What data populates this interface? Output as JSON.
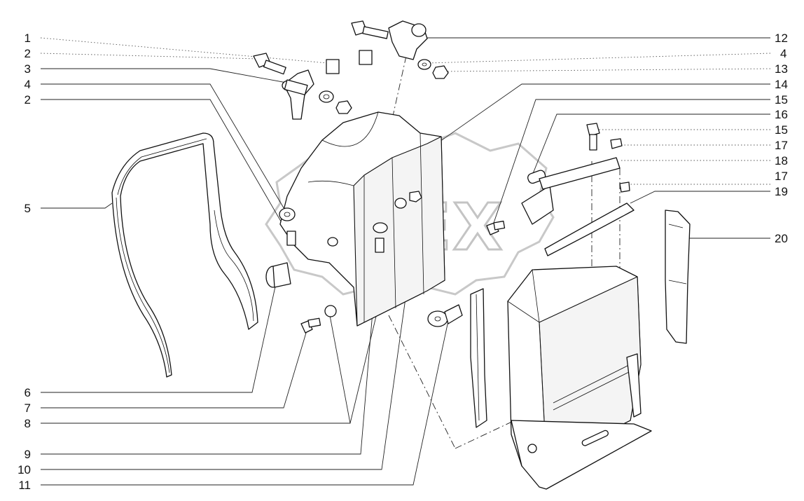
{
  "watermark": {
    "text": "OPEX"
  },
  "callouts": {
    "left": [
      "1",
      "2",
      "3",
      "4",
      "2",
      "5",
      "6",
      "7",
      "8",
      "9",
      "10",
      "11"
    ],
    "right": [
      "12",
      "4",
      "13",
      "14",
      "15",
      "16",
      "15",
      "17",
      "18",
      "17",
      "19",
      "20"
    ]
  }
}
